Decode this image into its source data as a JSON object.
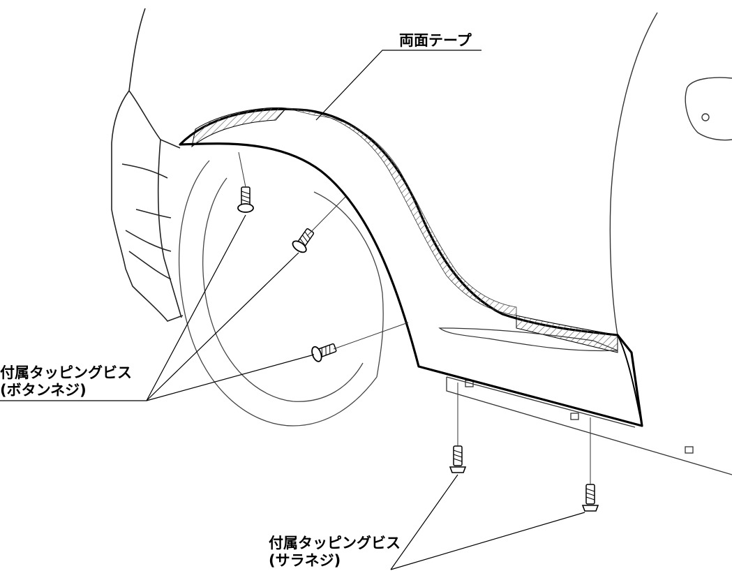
{
  "labels": {
    "tape": "両面テープ",
    "button_screw": {
      "line1": "付属タッピングビス",
      "line2": "(ボタンネジ)"
    },
    "flat_screw": {
      "line1": "付属タッピングビス",
      "line2": "(サラネジ)"
    }
  },
  "colors": {
    "line": "#000000",
    "thin_line": "#333333",
    "hatch": "#777777",
    "background": "#ffffff"
  }
}
